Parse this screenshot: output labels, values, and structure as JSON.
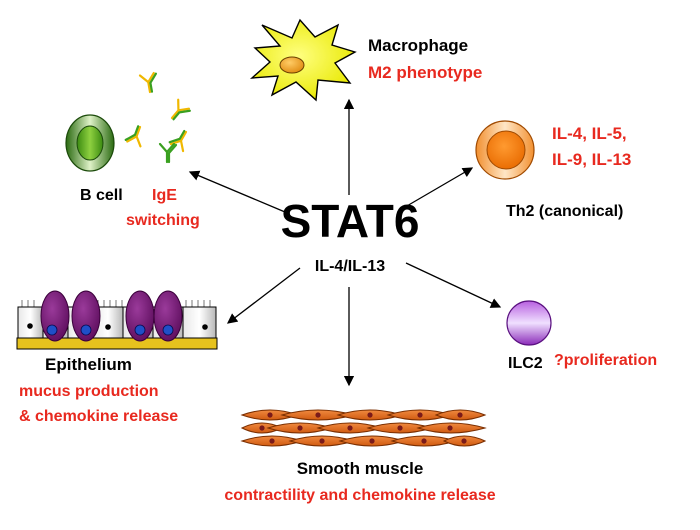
{
  "center": {
    "title": "STAT6",
    "subtitle": "IL-4/IL-13"
  },
  "nodes": {
    "macrophage": {
      "name": "Macrophage",
      "effect": "M2 phenotype"
    },
    "bcell": {
      "name": "B cell",
      "effect_line1": "IgE",
      "effect_line2": "switching"
    },
    "th2": {
      "name": "Th2 (canonical)",
      "effect_line1": "IL-4, IL-5,",
      "effect_line2": "IL-9, IL-13"
    },
    "epithelium": {
      "name": "Epithelium",
      "effect_line1": "mucus production",
      "effect_line2": "& chemokine release"
    },
    "ilc2": {
      "name": "ILC2",
      "effect": "?proliferation"
    },
    "smooth_muscle": {
      "name": "Smooth muscle",
      "effect": "contractility and chemokine release"
    }
  },
  "colors": {
    "effect_text": "#e8291f",
    "macrophage_body": "#ffff00",
    "bcell_ring": "#2e7d18",
    "th2_ring": "#f07a10",
    "ilc2_body": "#a43fd0",
    "goblet_cell": "#7a1a7a",
    "nucleus": "#1f4fc8",
    "muscle_cell": "#e06a20",
    "basement": "#e6c21e"
  }
}
